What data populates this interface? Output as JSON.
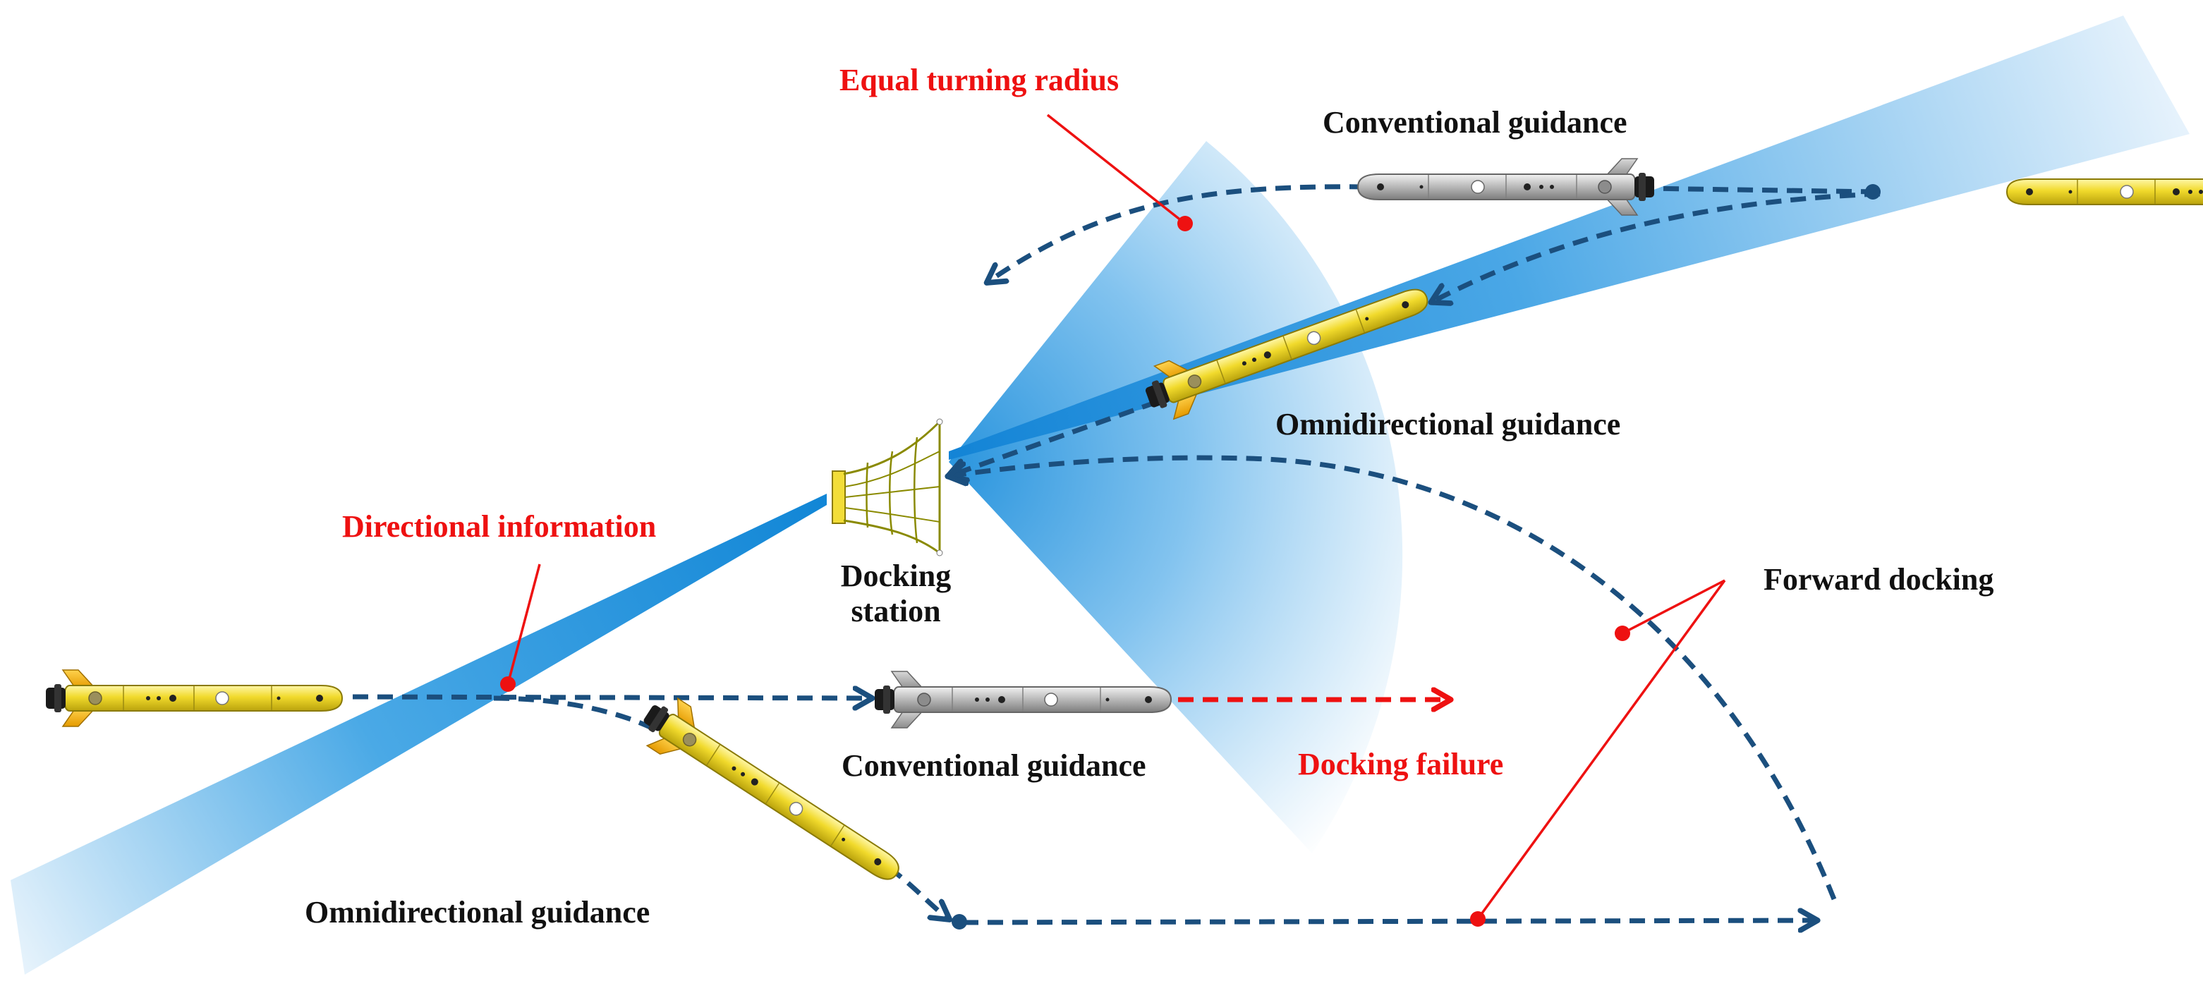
{
  "labels": {
    "equal_turning_radius": "Equal turning radius",
    "conventional_guidance_top": "Conventional guidance",
    "omnidirectional_guidance_top": "Omnidirectional guidance",
    "directional_information": "Directional information",
    "docking_station_line1": "Docking",
    "docking_station_line2": "station",
    "forward_docking": "Forward docking",
    "conventional_guidance_bottom": "Conventional guidance",
    "docking_failure": "Docking failure",
    "omnidirectional_guidance_bottom": "Omnidirectional guidance"
  },
  "colors": {
    "path": "#1b4f7e",
    "annotation": "#ee1111",
    "vehicle_yellow": "#f2dd38",
    "vehicle_gray": "#b9b9b9",
    "beam": "#2f9be0",
    "label_text": "#111111"
  },
  "icons": [
    "auv-vehicle-icon",
    "docking-station-icon"
  ]
}
